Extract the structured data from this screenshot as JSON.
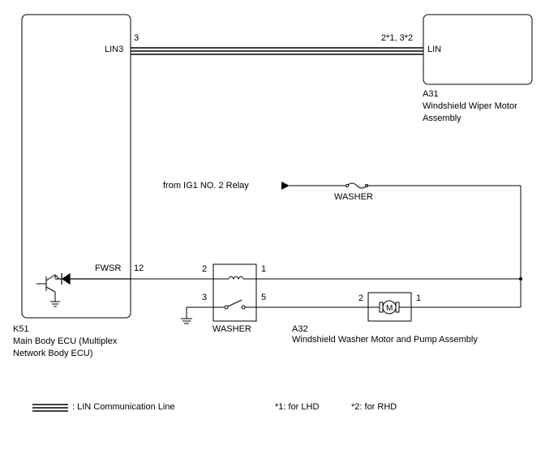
{
  "components": {
    "k51": {
      "id": "K51",
      "name_line1": "Main Body ECU (Multiplex",
      "name_line2": "Network Body ECU)",
      "lin_pin": "3",
      "lin_label": "LIN3",
      "fwsr_label": "FWSR",
      "fwsr_pin": "12"
    },
    "a31": {
      "id": "A31",
      "name_line1": "Windshield Wiper Motor",
      "name_line2": "Assembly",
      "pin_label": "2*1, 3*2",
      "terminal_label": "LIN"
    },
    "relay": {
      "label": "WASHER",
      "pin_top_left": "2",
      "pin_top_right": "1",
      "pin_bottom_left": "3",
      "pin_bottom_right": "5"
    },
    "a32": {
      "id": "A32",
      "name": "Windshield Washer Motor and Pump Assembly",
      "pin_left": "2",
      "pin_right": "1",
      "motor_symbol": "M"
    },
    "fuse": {
      "source_label": "from IG1 NO. 2 Relay",
      "label": "WASHER"
    }
  },
  "legend": {
    "lin_line": ": LIN Communication Line",
    "note1": "*1: for LHD",
    "note2": "*2: for RHD"
  }
}
